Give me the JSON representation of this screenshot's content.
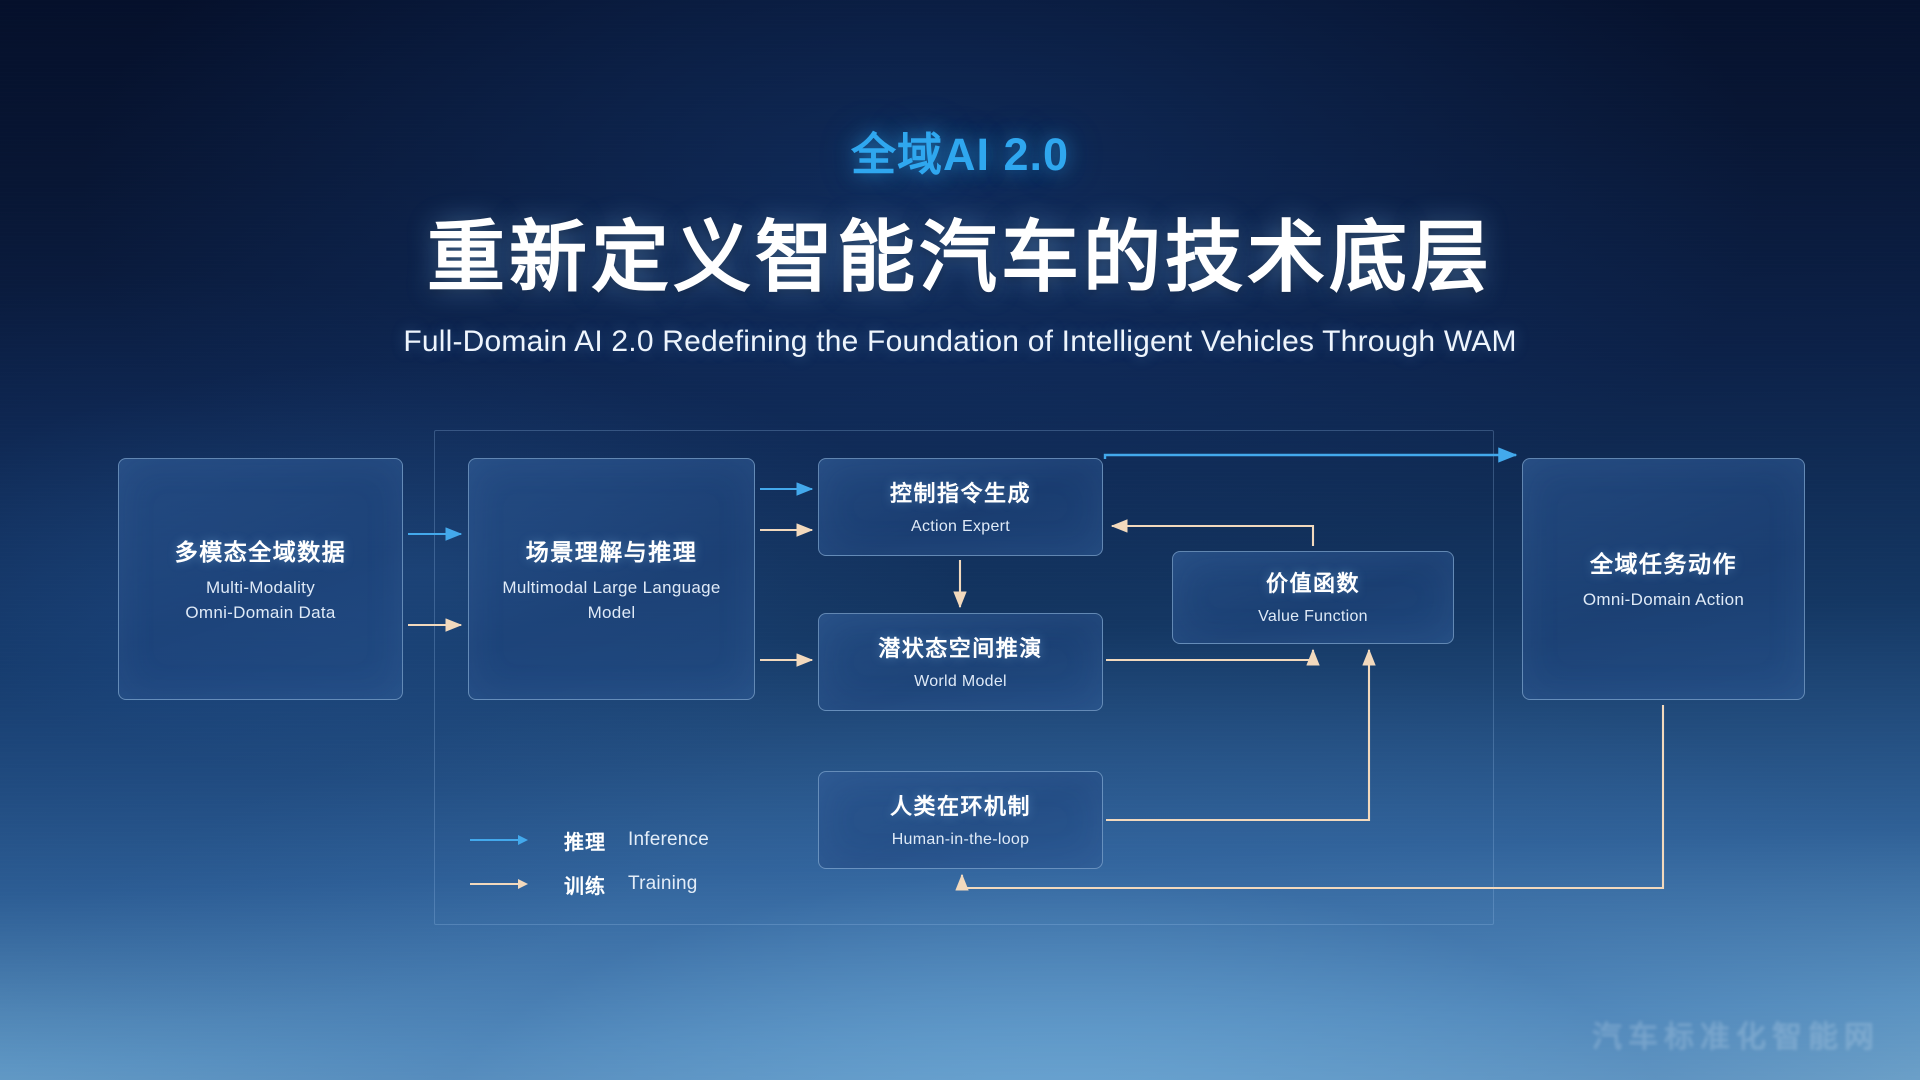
{
  "header": {
    "eyebrow": "全域AI 2.0",
    "title_cn": "重新定义智能汽车的技术底层",
    "subtitle_en": "Full-Domain AI 2.0 Redefining the Foundation of Intelligent Vehicles Through WAM"
  },
  "nodes": {
    "data": {
      "cn": "多模态全域数据",
      "en_line1": "Multi-Modality",
      "en_line2": "Omni-Domain Data"
    },
    "mllm": {
      "cn": "场景理解与推理",
      "en": "Multimodal Large Language Model"
    },
    "action": {
      "cn": "控制指令生成",
      "en": "Action Expert"
    },
    "world": {
      "cn": "潜状态空间推演",
      "en": "World Model"
    },
    "value": {
      "cn": "价值函数",
      "en": "Value Function"
    },
    "human": {
      "cn": "人类在环机制",
      "en": "Human-in-the-loop"
    },
    "omni": {
      "cn": "全域任务动作",
      "en": "Omni-Domain Action"
    }
  },
  "legend": {
    "inference": {
      "cn": "推理",
      "en": "Inference",
      "color": "#43a9ec"
    },
    "training": {
      "cn": "训练",
      "en": "Training",
      "color": "#f2d9bd"
    }
  },
  "watermark": "汽车标准化智能网",
  "colors": {
    "accent_blue": "#2fa7ef",
    "arrow_inference": "#43a9ec",
    "arrow_training": "#f2d9bd",
    "node_border": "#a8cdf0",
    "text_primary": "#ffffff",
    "text_secondary": "#dfeaf7",
    "bg_top": "#05102b",
    "bg_bottom": "#76aace"
  },
  "flows": [
    {
      "from": "data",
      "to": "mllm",
      "type": "inference"
    },
    {
      "from": "data",
      "to": "mllm",
      "type": "training"
    },
    {
      "from": "mllm",
      "to": "action",
      "type": "inference"
    },
    {
      "from": "mllm",
      "to": "action",
      "type": "training"
    },
    {
      "from": "mllm",
      "to": "world",
      "type": "training"
    },
    {
      "from": "action",
      "to": "world",
      "type": "training"
    },
    {
      "from": "action",
      "to": "omni",
      "type": "inference"
    },
    {
      "from": "value",
      "to": "action",
      "type": "training"
    },
    {
      "from": "world",
      "to": "value",
      "type": "training"
    },
    {
      "from": "human",
      "to": "value",
      "type": "training"
    },
    {
      "from": "omni",
      "to": "human",
      "type": "training"
    }
  ]
}
